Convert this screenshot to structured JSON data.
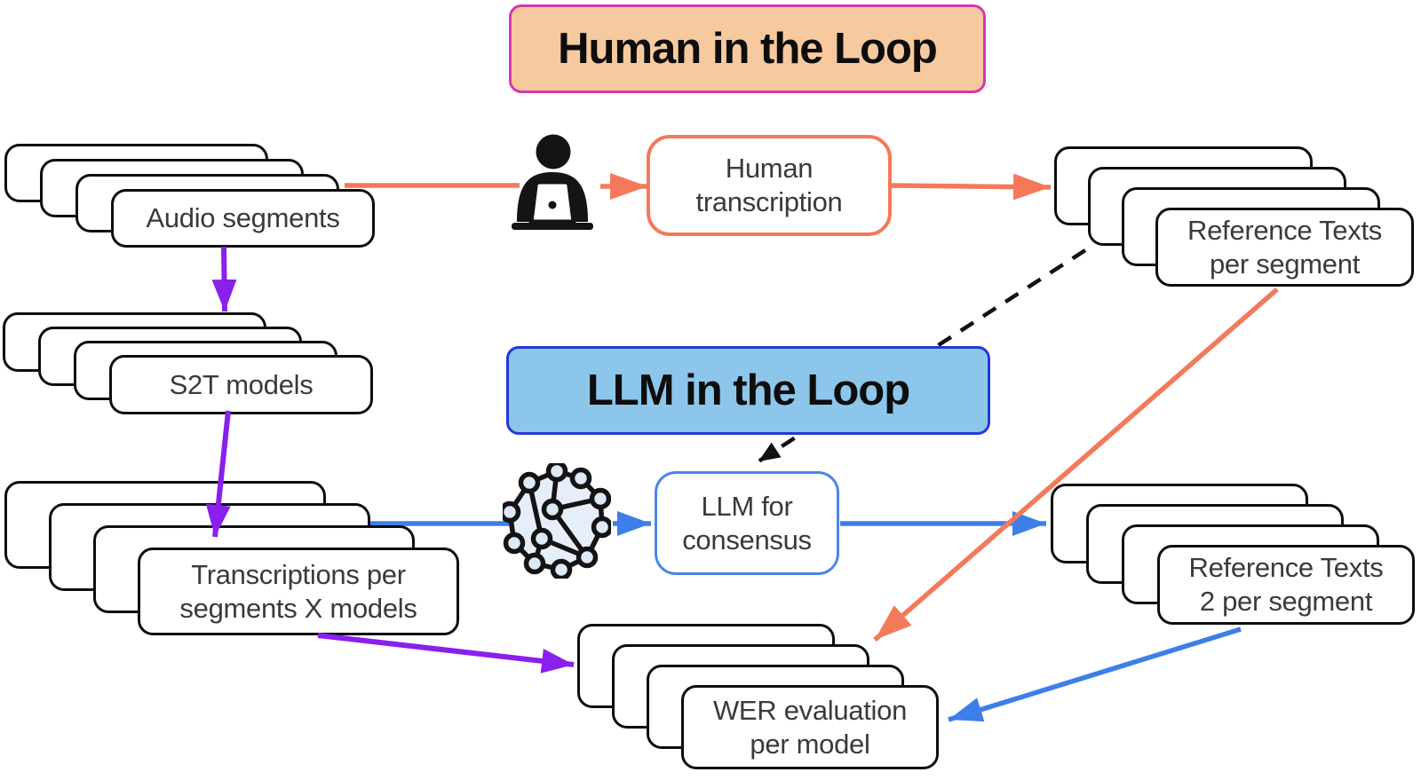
{
  "diagram": {
    "titles": {
      "human_loop": "Human in the Loop",
      "llm_loop": "LLM in the Loop"
    },
    "stacks": {
      "audio": {
        "line1": "Audio segments"
      },
      "s2t": {
        "line1": "S2T models"
      },
      "transcriptions": {
        "line1": "Transcriptions per",
        "line2": "segments X models"
      },
      "ref1": {
        "line1": "Reference Texts",
        "line2": "per segment"
      },
      "ref2": {
        "line1": "Reference Texts",
        "line2": "2 per segment"
      },
      "wer": {
        "line1": "WER evaluation",
        "line2": "per model"
      }
    },
    "process": {
      "human_transcription": {
        "line1": "Human",
        "line2": "transcription"
      },
      "llm_consensus": {
        "line1": "LLM for",
        "line2": "consensus"
      }
    },
    "icons": {
      "human": "person-at-laptop-icon",
      "llm": "network-graph-icon"
    },
    "colors": {
      "human_path_orange": "#F4795B",
      "model_path_purple": "#8B1FEB",
      "llm_path_blue": "#3D7EE8",
      "dashed_black": "#111111",
      "human_title_fill": "#F6CA9E",
      "human_title_border": "#D438AE",
      "llm_title_fill": "#8CC6EA",
      "llm_title_border": "#2438D8",
      "consensus_box_border": "#4A86E8",
      "card_border": "#0d0d0d"
    },
    "connections": [
      {
        "from": "Audio segments",
        "to": "person-at-laptop-icon",
        "color": "orange",
        "style": "solid"
      },
      {
        "from": "person-at-laptop-icon",
        "to": "Human transcription",
        "color": "orange",
        "style": "solid-arrow"
      },
      {
        "from": "Human transcription",
        "to": "Reference Texts per segment",
        "color": "orange",
        "style": "solid-arrow"
      },
      {
        "from": "Reference Texts per segment",
        "to": "WER evaluation per model",
        "color": "orange",
        "style": "solid-arrow"
      },
      {
        "from": "Audio segments",
        "to": "S2T models",
        "color": "purple",
        "style": "solid-arrow"
      },
      {
        "from": "S2T models",
        "to": "Transcriptions per segments X models",
        "color": "purple",
        "style": "solid-arrow"
      },
      {
        "from": "Transcriptions per segments X models",
        "to": "WER evaluation per model",
        "color": "purple",
        "style": "solid-arrow"
      },
      {
        "from": "Transcriptions per segments X models",
        "to": "network-graph-icon",
        "color": "blue",
        "style": "solid"
      },
      {
        "from": "network-graph-icon",
        "to": "LLM for consensus",
        "color": "blue",
        "style": "solid-arrow"
      },
      {
        "from": "LLM for consensus",
        "to": "Reference Texts 2 per segment",
        "color": "blue",
        "style": "solid-arrow"
      },
      {
        "from": "Reference Texts 2 per segment",
        "to": "WER evaluation per model",
        "color": "blue",
        "style": "solid-arrow"
      },
      {
        "from": "Reference Texts per segment",
        "to": "LLM for consensus",
        "color": "black",
        "style": "dashed-arrow"
      }
    ]
  }
}
